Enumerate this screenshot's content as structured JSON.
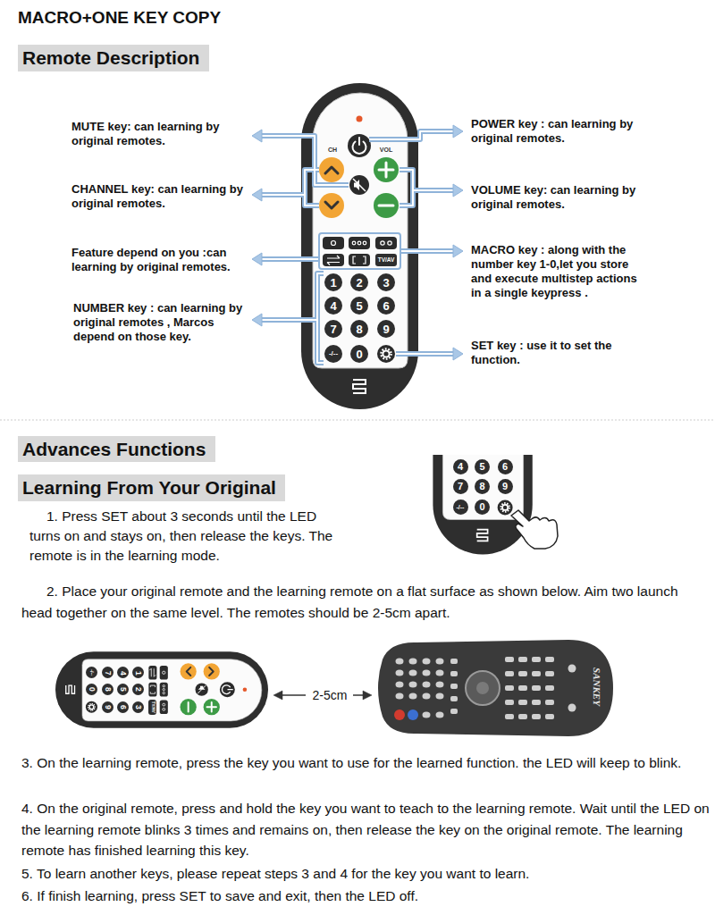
{
  "diagram": {
    "title": "MACRO+ONE KEY COPY",
    "nodes": [
      {
        "text": [
          "Remote Description"
        ]
      },
      {
        "text": [
          "TV/AV"
        ]
      },
      {
        "text": [
          "1"
        ]
      },
      {
        "text": [
          "2"
        ]
      },
      {
        "text": [
          "3"
        ]
      },
      {
        "text": [
          "4"
        ]
      },
      {
        "text": [
          "5"
        ]
      },
      {
        "text": [
          "6"
        ]
      },
      {
        "text": [
          "7"
        ]
      },
      {
        "text": [
          "8"
        ]
      },
      {
        "text": [
          "9"
        ]
      },
      {
        "text": [
          "-/--"
        ]
      },
      {
        "text": [
          "0"
        ]
      },
      {
        "text": [
          "Advances Functions"
        ]
      },
      {
        "text": [
          "Learning From Your Original"
        ]
      },
      {
        "text": [
          "4"
        ]
      },
      {
        "text": [
          "5"
        ]
      },
      {
        "text": [
          "6"
        ]
      },
      {
        "text": [
          "7"
        ]
      },
      {
        "text": [
          "8"
        ]
      },
      {
        "text": [
          "9"
        ]
      },
      {
        "text": [
          "-/--"
        ]
      },
      {
        "text": [
          "0"
        ]
      },
      {
        "text": [
          "TV/AV"
        ]
      },
      {
        "text": [
          "1"
        ]
      },
      {
        "text": [
          "2"
        ]
      },
      {
        "text": [
          "3"
        ]
      },
      {
        "text": [
          "4"
        ]
      },
      {
        "text": [
          "5"
        ]
      },
      {
        "text": [
          "6"
        ]
      },
      {
        "text": [
          "7"
        ]
      },
      {
        "text": [
          "8"
        ]
      },
      {
        "text": [
          "9"
        ]
      },
      {
        "text": [
          "-/--"
        ]
      },
      {
        "text": [
          "0"
        ]
      }
    ],
    "labels": [
      "MUTE key: can learning by original remotes.",
      "POWER key : can learning by original remotes.",
      "CH",
      "VOL",
      "CHANNEL key: can learning by original remotes.",
      "VOLUME key: can learning by original remotes.",
      "Feature depend on you :can learning by original remotes.",
      "MACRO key : along with the number key 1-0,let you store and execute multistep actions in a single keypress .",
      "NUMBER key : can learning by original remotes , Marcos depend on those key.",
      "SET key : use it to set the function.",
      "1. Press SET about 3 seconds until the LED turns on and stays on, then release the keys. The remote is in the learning mode.",
      "2. Place your original remote and the learning remote on a flat surface as shown below. Aim two launch head together on the same level. The remotes should be 2-5cm apart.",
      "2-5cm",
      "SANKEY",
      "3. On the learning remote, press the key you want to use for the learned function. the LED will keep to blink.",
      "4. On the original remote, press and hold the key you want to teach to the learning remote. Wait until the LED on the learning remote blinks 3 times and remains on, then release the key on the original remote. The learning remote has finished learning this key.",
      "5. To learn another keys, please repeat steps 3 and 4 for the key you want to learn.",
      "6. If finish learning, press SET to save and exit, then the LED off."
    ]
  }
}
